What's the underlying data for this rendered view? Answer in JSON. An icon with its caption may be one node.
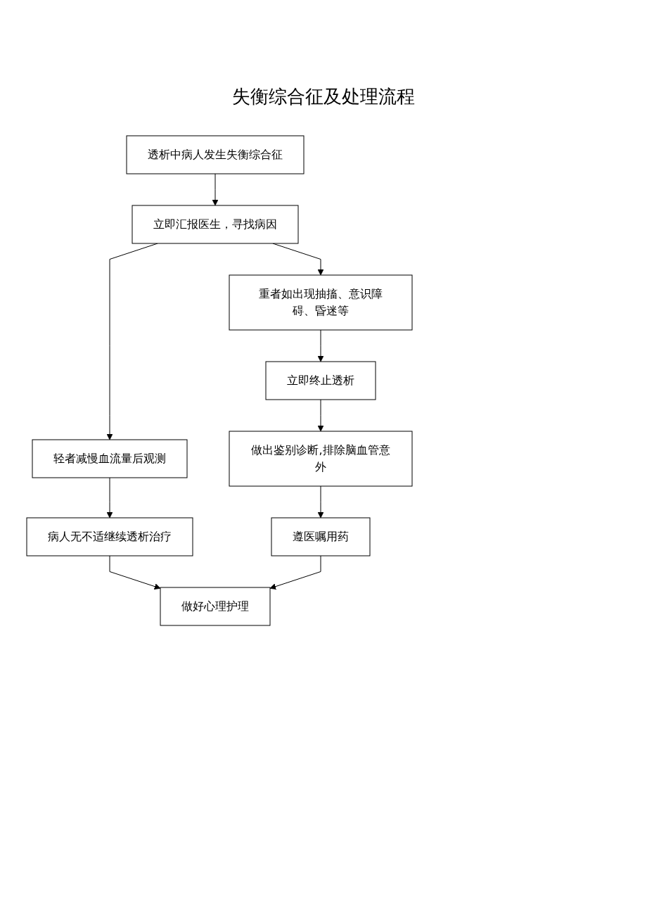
{
  "diagram": {
    "title": "失衡综合征及处理流程",
    "nodes": [
      {
        "text": [
          "透析中病人发生失衡综合征"
        ]
      },
      {
        "text": [
          "立即汇报医生，寻找病因"
        ]
      },
      {
        "text": [
          "轻者减慢血流量后观测"
        ]
      },
      {
        "text": [
          "重者如出现抽搐、意识障碍、昏迷等"
        ]
      },
      {
        "text": [
          "病人无不适继续透析治疗"
        ]
      },
      {
        "text": [
          "立即终止透析"
        ]
      },
      {
        "text": [
          "做出鉴别诊断,排除脑血管意外"
        ]
      },
      {
        "text": [
          "遵医嘱用药"
        ]
      },
      {
        "text": [
          "做好心理护理"
        ]
      }
    ],
    "edges": [
      {
        "from": 0,
        "to": 1,
        "arrow": "to"
      },
      {
        "from": 1,
        "to": 2,
        "arrow": "to"
      },
      {
        "from": 1,
        "to": 3,
        "arrow": "to"
      },
      {
        "from": 2,
        "to": 4,
        "arrow": "to"
      },
      {
        "from": 3,
        "to": 5,
        "arrow": "to"
      },
      {
        "from": 5,
        "to": 6,
        "arrow": "to"
      },
      {
        "from": 6,
        "to": 7,
        "arrow": "to"
      },
      {
        "from": 4,
        "to": 8,
        "arrow": "to"
      },
      {
        "from": 7,
        "to": 8,
        "arrow": "to"
      }
    ]
  }
}
